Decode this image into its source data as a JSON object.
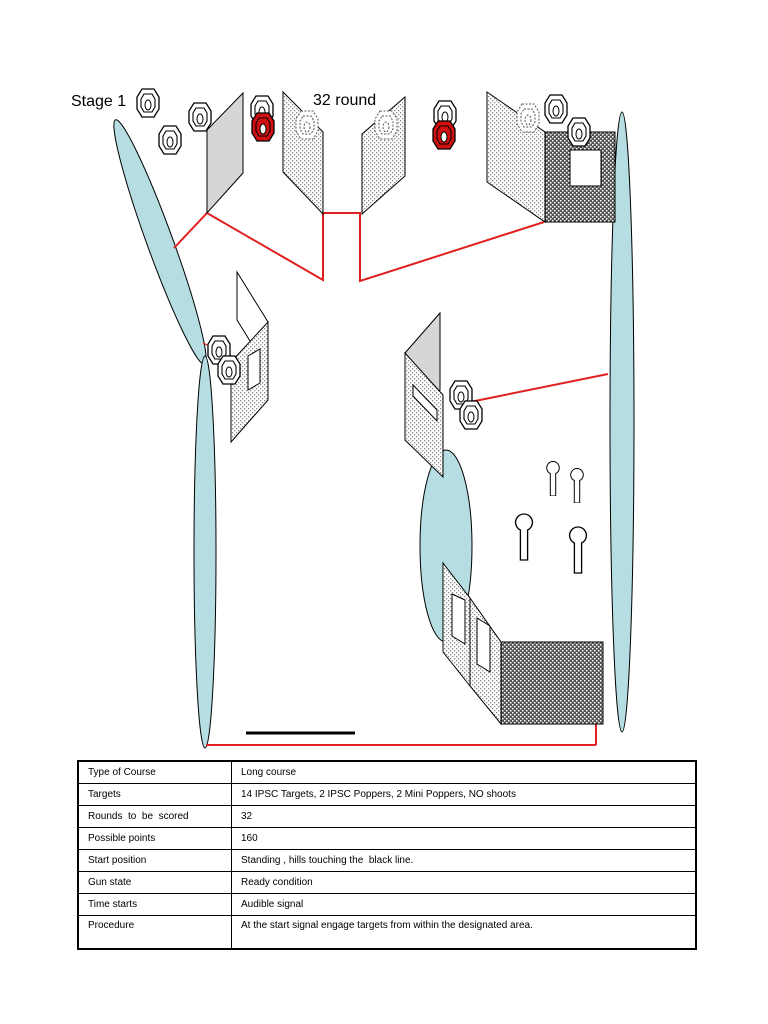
{
  "header": {
    "stage": "Stage 1",
    "rounds": "32 round"
  },
  "colors": {
    "wall_fill": "#d6d6d6",
    "fault_line": "#e02020",
    "barrier": "#b6dde2",
    "popper": "#d01010",
    "dark_hatch": "#555555"
  },
  "icons": {
    "ipsc_target": "octagon-target-icon",
    "popper": "popper-icon",
    "mini_popper": "mini-popper-icon"
  },
  "table": {
    "rows": [
      {
        "key": "Type of Course",
        "value": "Long course"
      },
      {
        "key": "Targets",
        "value": "14 IPSC Targets, 2 IPSC Poppers, 2 Mini Poppers, NO shoots"
      },
      {
        "key": "Rounds  to  be  scored",
        "value": "32"
      },
      {
        "key": "Possible points",
        "value": "160"
      },
      {
        "key": "Start position",
        "value": "Standing , hills touching the  black line."
      },
      {
        "key": "Gun state",
        "value": "Ready condition"
      },
      {
        "key": "Time starts",
        "value": "Audible signal"
      },
      {
        "key": "Procedure",
        "value": "At the start signal engage targets from within the designated area."
      }
    ]
  }
}
